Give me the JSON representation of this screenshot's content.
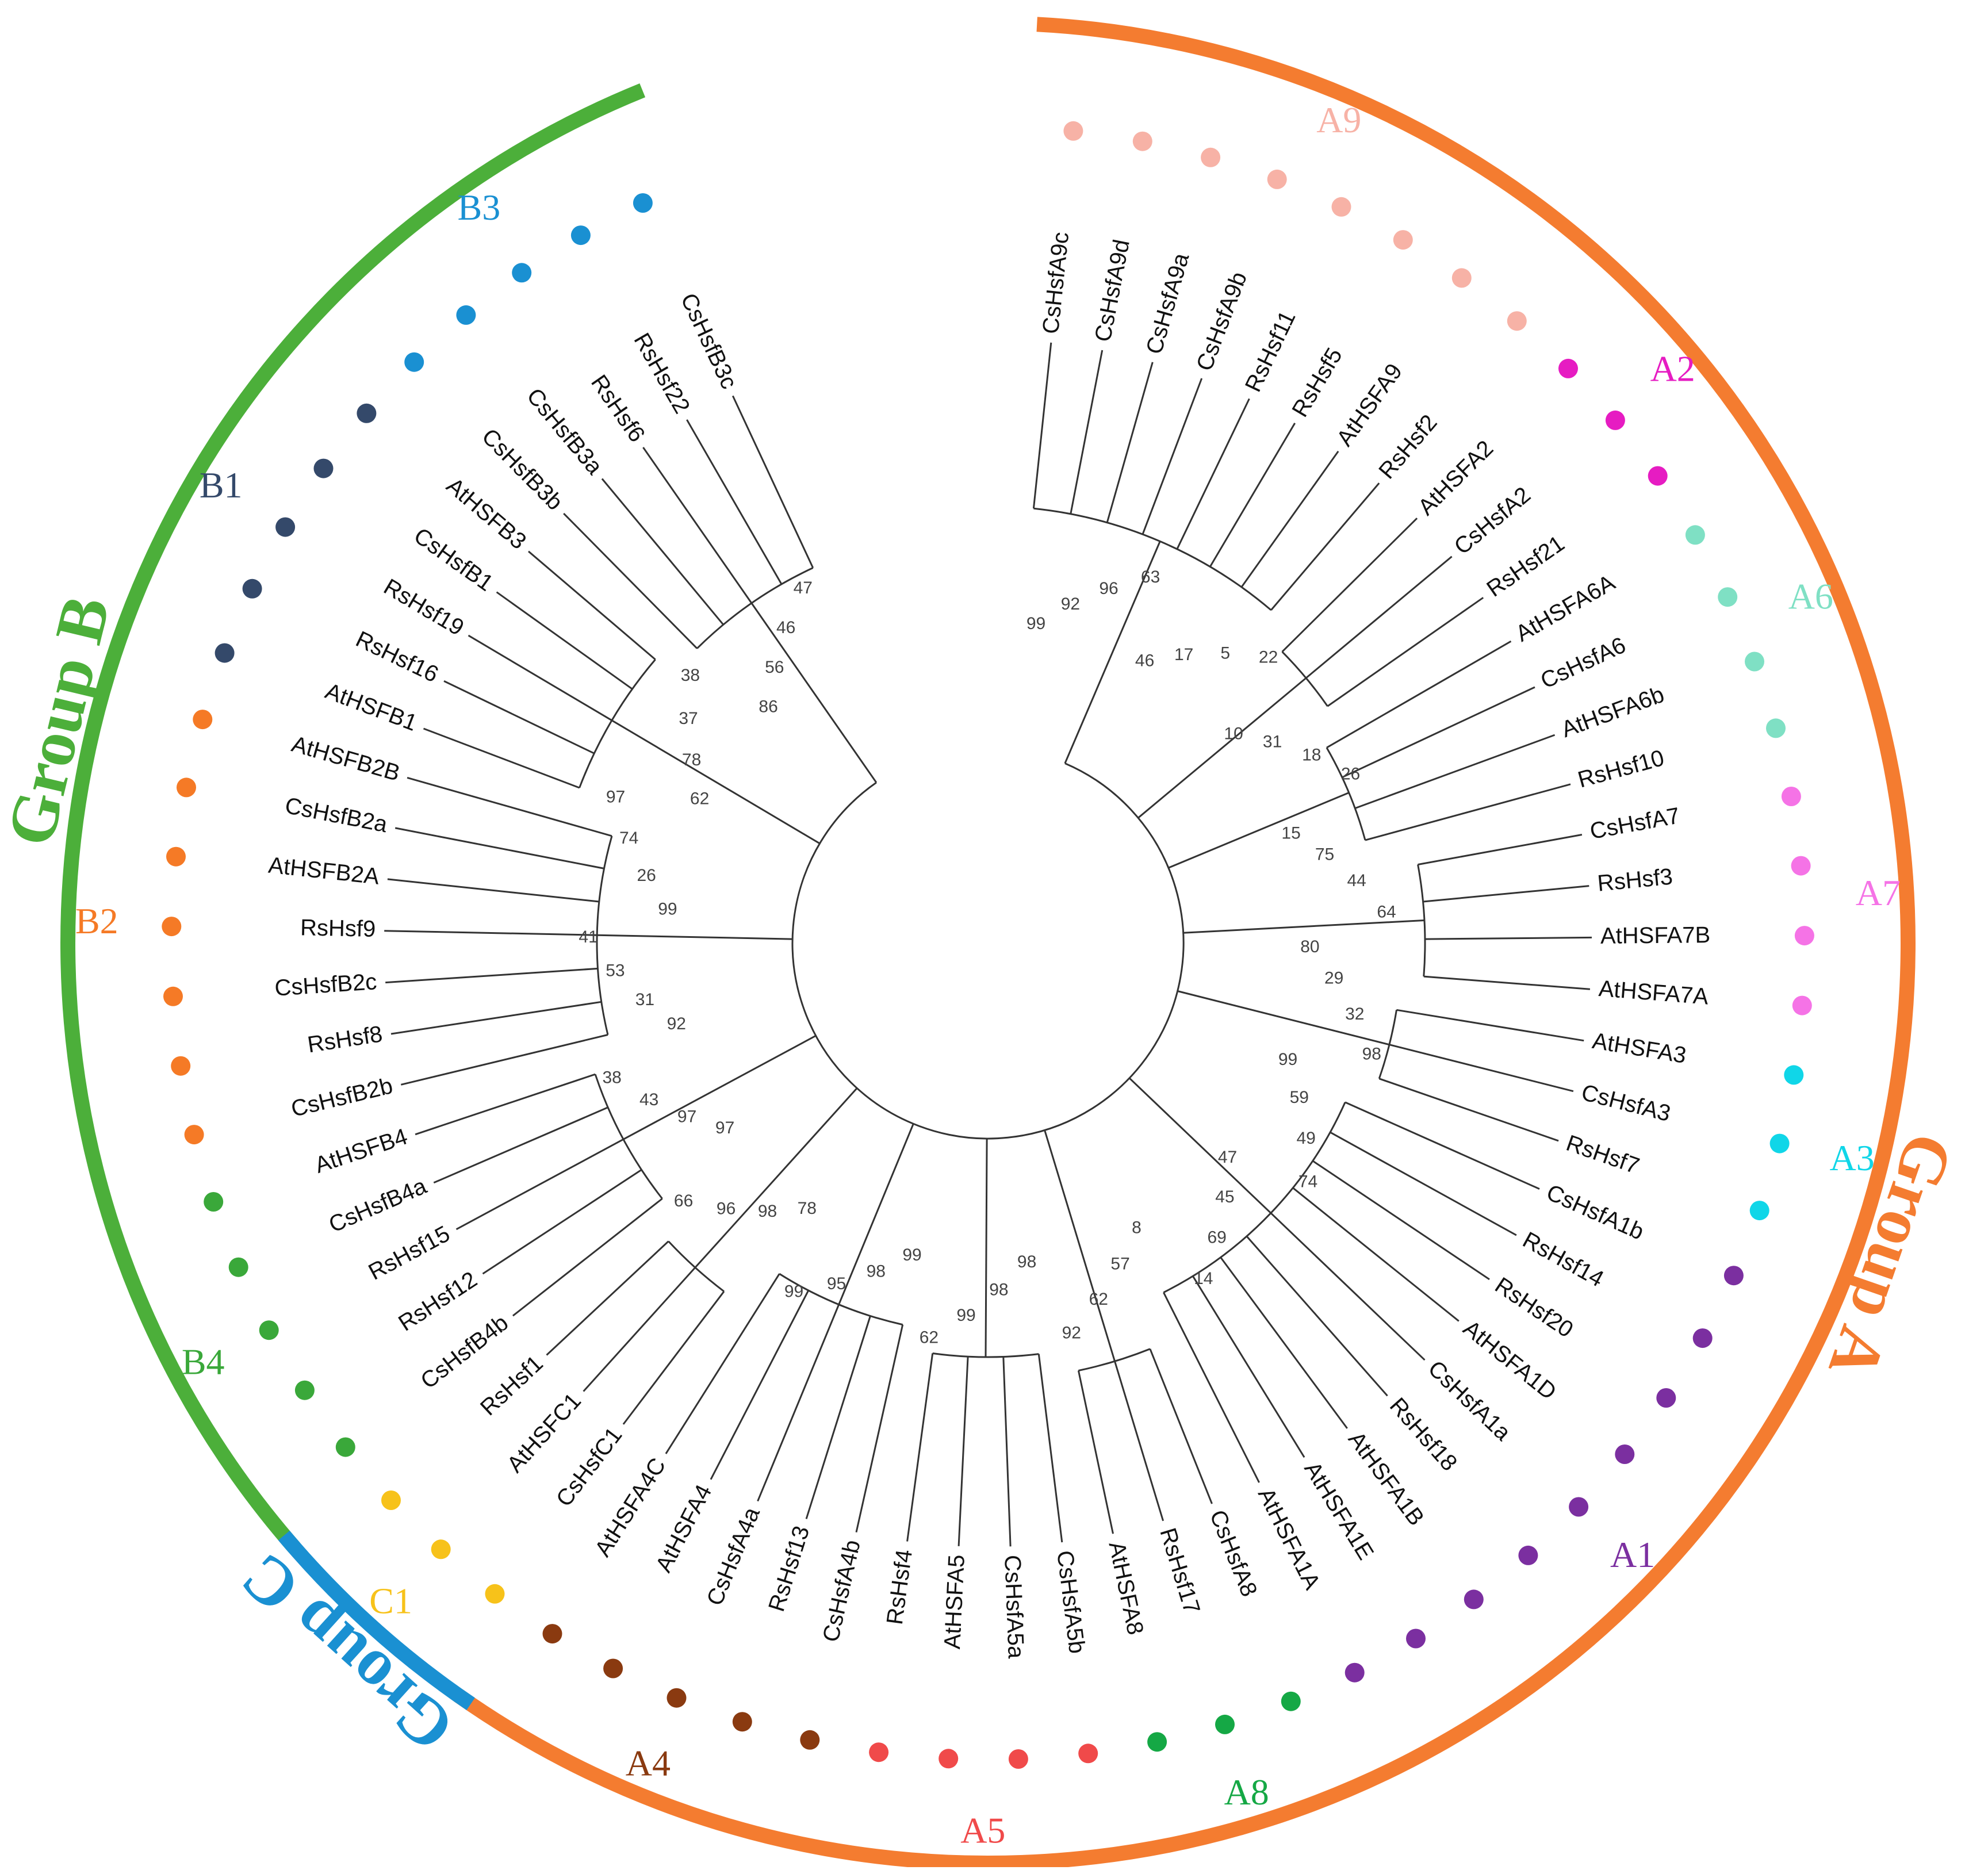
{
  "tree": {
    "groups": [
      {
        "label": "Group A",
        "color": "#f47c30"
      },
      {
        "label": "Group B",
        "color": "#4caf3a"
      },
      {
        "label": "Group C",
        "color": "#1a90d2"
      }
    ],
    "subfamilies": [
      {
        "label": "A9",
        "color": "#f7b2a6",
        "leaves": [
          "CsHsfA9c",
          "CsHsfA9d",
          "CsHsfA9a",
          "CsHsfA9b",
          "RsHsf11",
          "RsHsf5",
          "AtHSFA9",
          "RsHsf2"
        ]
      },
      {
        "label": "A2",
        "color": "#e61cc2",
        "leaves": [
          "AtHSFA2",
          "CsHsfA2",
          "RsHsf21"
        ]
      },
      {
        "label": "A6",
        "color": "#7fe0c4",
        "leaves": [
          "AtHSFA6A",
          "CsHsfA6",
          "AtHSFA6b",
          "RsHsf10"
        ]
      },
      {
        "label": "A7",
        "color": "#f573e6",
        "leaves": [
          "CsHsfA7",
          "RsHsf3",
          "AtHSFA7B",
          "AtHSFA7A"
        ]
      },
      {
        "label": "A3",
        "color": "#10d6e8",
        "leaves": [
          "AtHSFA3",
          "CsHsfA3",
          "RsHsf7"
        ]
      },
      {
        "label": "A1",
        "color": "#7b2fa0",
        "leaves": [
          "CsHsfA1b",
          "RsHsf14",
          "RsHsf20",
          "AtHSFA1D",
          "CsHsfA1a",
          "RsHsf18",
          "AtHSFA1B",
          "AtHSFA1E",
          "AtHSFA1A"
        ]
      },
      {
        "label": "A8",
        "color": "#15a845",
        "leaves": [
          "CsHsfA8",
          "RsHsf17",
          "AtHSFA8"
        ]
      },
      {
        "label": "A5",
        "color": "#f04a4a",
        "leaves": [
          "CsHsfA5b",
          "CsHsfA5a",
          "AtHSFA5",
          "RsHsf4"
        ]
      },
      {
        "label": "A4",
        "color": "#8a3a10",
        "leaves": [
          "CsHsfA4b",
          "RsHsf13",
          "CsHsfA4a",
          "AtHSFA4",
          "AtHSFA4C"
        ]
      },
      {
        "label": "C1",
        "color": "#f7c21a",
        "leaves": [
          "CsHsfC1",
          "AtHSFC1",
          "RsHsf1"
        ]
      },
      {
        "label": "B4",
        "color": "#3aa83a",
        "leaves": [
          "CsHsfB4b",
          "RsHsf12",
          "RsHsf15",
          "CsHsfB4a",
          "AtHSFB4"
        ]
      },
      {
        "label": "B2",
        "color": "#f57a26",
        "leaves": [
          "CsHsfB2b",
          "RsHsf8",
          "CsHsfB2c",
          "RsHsf9",
          "AtHSFB2A",
          "CsHsfB2a",
          "AtHSFB2B"
        ]
      },
      {
        "label": "B1",
        "color": "#34496a",
        "leaves": [
          "AtHSFB1",
          "RsHsf16",
          "RsHsf19",
          "CsHsfB1",
          "AtHSFB3"
        ]
      },
      {
        "label": "B3",
        "color": "#1a90d2",
        "leaves": [
          "CsHsfB3b",
          "CsHsfB3a",
          "RsHsf6",
          "RsHsf22",
          "CsHsfB3c"
        ]
      }
    ],
    "bootstrap_values": [
      "99",
      "92",
      "96",
      "63",
      "46",
      "17",
      "5",
      "22",
      "10",
      "31",
      "18",
      "26",
      "15",
      "75",
      "44",
      "64",
      "80",
      "29",
      "32",
      "98",
      "99",
      "59",
      "49",
      "74",
      "47",
      "45",
      "69",
      "14",
      "8",
      "57",
      "62",
      "92",
      "98",
      "98",
      "99",
      "62",
      "99",
      "98",
      "95",
      "99",
      "78",
      "98",
      "96",
      "66",
      "97",
      "97",
      "43",
      "38",
      "92",
      "31",
      "53",
      "41",
      "99",
      "26",
      "74",
      "97",
      "62",
      "78",
      "37",
      "38",
      "86",
      "56",
      "46",
      "47"
    ]
  }
}
